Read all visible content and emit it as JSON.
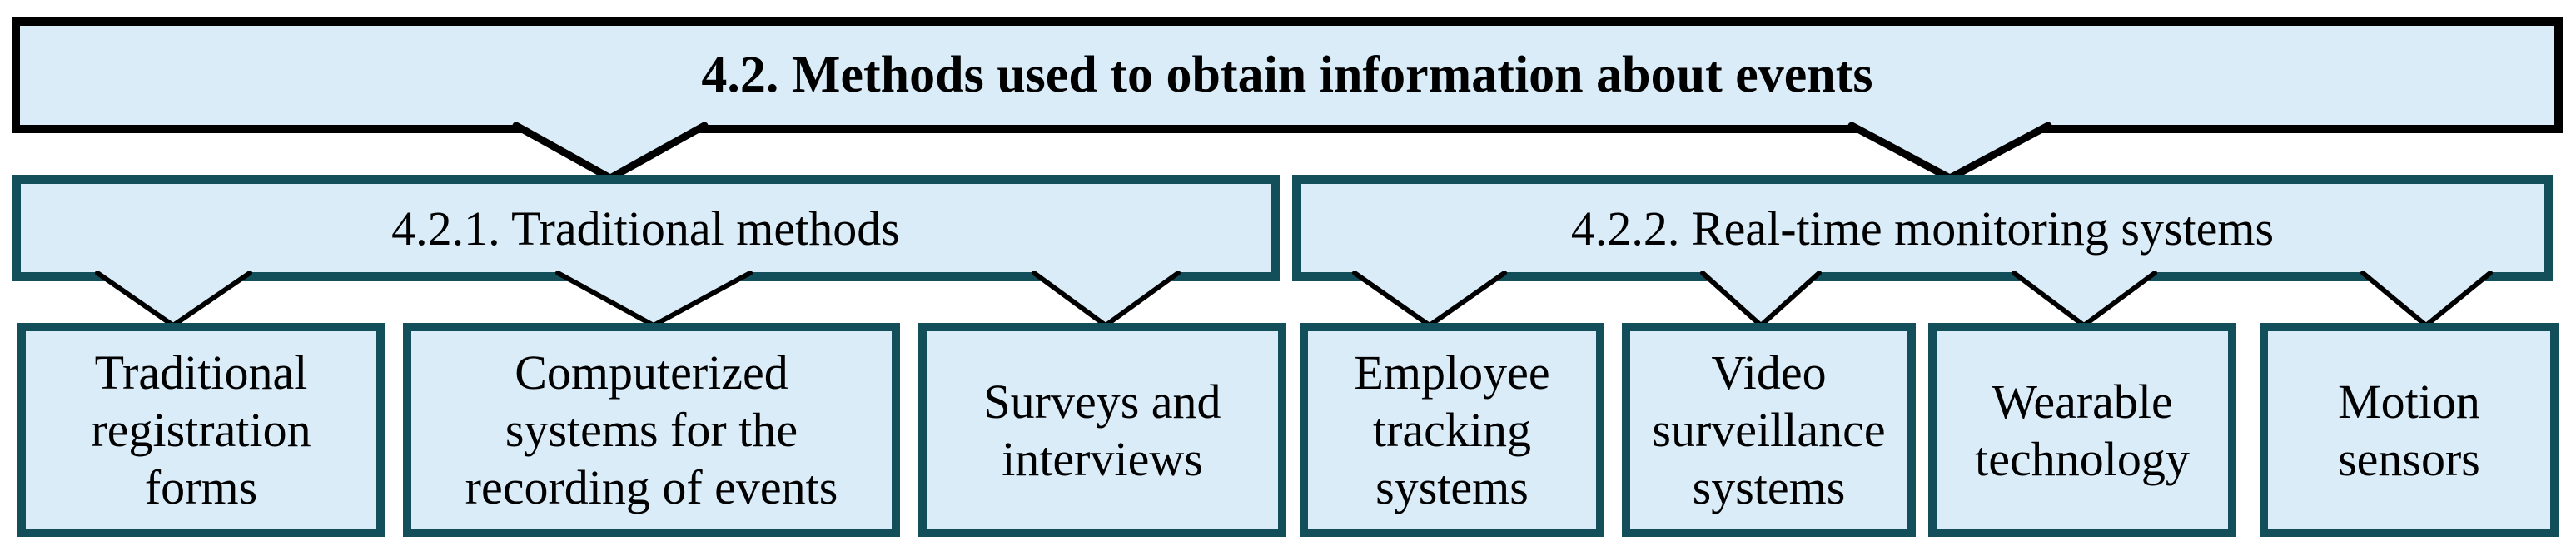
{
  "figure": {
    "title": "4.2. Methods used to obtain information about events",
    "branches": [
      {
        "label": "4.2.1. Traditional methods",
        "children": [
          {
            "lines": [
              "Traditional",
              "registration",
              "forms"
            ]
          },
          {
            "lines": [
              "Computerized",
              "systems for the",
              "recording of events"
            ]
          },
          {
            "lines": [
              "Surveys and",
              "interviews"
            ]
          }
        ]
      },
      {
        "label": "4.2.2. Real-time monitoring systems",
        "children": [
          {
            "lines": [
              "Employee",
              "tracking",
              "systems"
            ]
          },
          {
            "lines": [
              "Video",
              "surveillance",
              "systems"
            ]
          },
          {
            "lines": [
              "Wearable",
              "technology"
            ]
          },
          {
            "lines": [
              "Motion",
              "sensors"
            ]
          }
        ]
      }
    ],
    "colors": {
      "box_fill": "#d9ecf8",
      "root_border": "#000000",
      "branch_border": "#134e5b",
      "connector": "#000000",
      "text": "#000000",
      "background": "#ffffff"
    }
  }
}
